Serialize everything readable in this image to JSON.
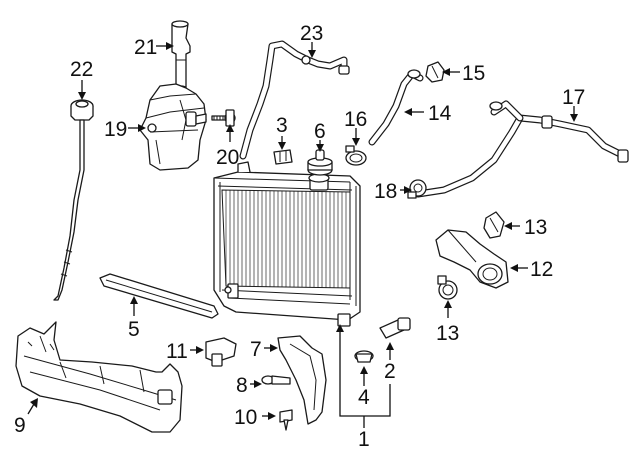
{
  "callouts": {
    "c1": "1",
    "c2": "2",
    "c3": "3",
    "c4": "4",
    "c5": "5",
    "c6": "6",
    "c7": "7",
    "c8": "8",
    "c9": "9",
    "c10": "10",
    "c11": "11",
    "c12": "12",
    "c13a": "13",
    "c13b": "13",
    "c14": "14",
    "c15": "15",
    "c16": "16",
    "c17": "17",
    "c18": "18",
    "c19": "19",
    "c20": "20",
    "c21": "21",
    "c22": "22",
    "c23": "23"
  }
}
